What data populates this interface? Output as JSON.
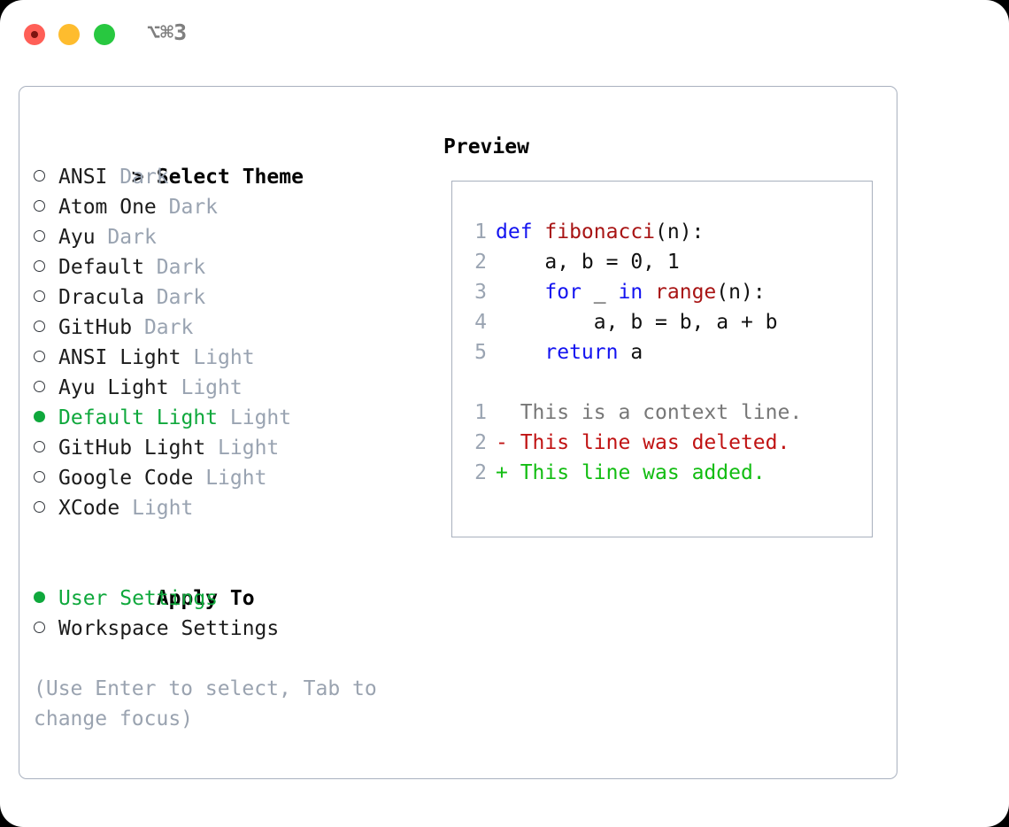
{
  "window": {
    "shortcut": "⌥⌘3",
    "traffic_lights": [
      "close-red",
      "minimize-yellow",
      "maximize-green"
    ],
    "colors": {
      "red": "#ff5f57",
      "yellow": "#febc2e",
      "green": "#28c840",
      "accent_green": "#0fa83c",
      "muted": "#99a3b1",
      "border": "#a9b1bf"
    }
  },
  "theme_section": {
    "heading": "Select Theme",
    "heading_marker": ">",
    "items": [
      {
        "name": "ANSI",
        "variant": "Dark",
        "selected": false
      },
      {
        "name": "Atom One",
        "variant": "Dark",
        "selected": false
      },
      {
        "name": "Ayu",
        "variant": "Dark",
        "selected": false
      },
      {
        "name": "Default",
        "variant": "Dark",
        "selected": false
      },
      {
        "name": "Dracula",
        "variant": "Dark",
        "selected": false
      },
      {
        "name": "GitHub",
        "variant": "Dark",
        "selected": false
      },
      {
        "name": "ANSI Light",
        "variant": "Light",
        "selected": false
      },
      {
        "name": "Ayu Light",
        "variant": "Light",
        "selected": false
      },
      {
        "name": "Default Light",
        "variant": "Light",
        "selected": true
      },
      {
        "name": "GitHub Light",
        "variant": "Light",
        "selected": false
      },
      {
        "name": "Google Code",
        "variant": "Light",
        "selected": false
      },
      {
        "name": "XCode",
        "variant": "Light",
        "selected": false
      }
    ]
  },
  "apply_to_section": {
    "heading": "Apply To",
    "items": [
      {
        "name": "User Settings",
        "selected": true
      },
      {
        "name": "Workspace Settings",
        "selected": false
      }
    ]
  },
  "hint": "(Use Enter to select, Tab to change focus)",
  "preview": {
    "title": "Preview",
    "code_lines": [
      {
        "no": "1",
        "tokens": [
          {
            "t": "def ",
            "c": "kw"
          },
          {
            "t": "fibonacci",
            "c": "fn"
          },
          {
            "t": "(n):",
            "c": "plain"
          }
        ]
      },
      {
        "no": "2",
        "tokens": [
          {
            "t": "    a, b = 0, 1",
            "c": "plain"
          }
        ]
      },
      {
        "no": "3",
        "tokens": [
          {
            "t": "    ",
            "c": "plain"
          },
          {
            "t": "for",
            "c": "kw"
          },
          {
            "t": " _ ",
            "c": "plain"
          },
          {
            "t": "in",
            "c": "kw"
          },
          {
            "t": " ",
            "c": "plain"
          },
          {
            "t": "range",
            "c": "fn"
          },
          {
            "t": "(n):",
            "c": "plain"
          }
        ]
      },
      {
        "no": "4",
        "tokens": [
          {
            "t": "        a, b = b, a + b",
            "c": "plain"
          }
        ]
      },
      {
        "no": "5",
        "tokens": [
          {
            "t": "    ",
            "c": "plain"
          },
          {
            "t": "return",
            "c": "kw"
          },
          {
            "t": " a",
            "c": "plain"
          }
        ]
      }
    ],
    "diff_lines": [
      {
        "no": "1",
        "marker": " ",
        "text": " This is a context line.",
        "c": "ctx"
      },
      {
        "no": "2",
        "marker": "-",
        "text": " This line was deleted.",
        "c": "del"
      },
      {
        "no": "2",
        "marker": "+",
        "text": " This line was added.",
        "c": "add"
      }
    ]
  }
}
